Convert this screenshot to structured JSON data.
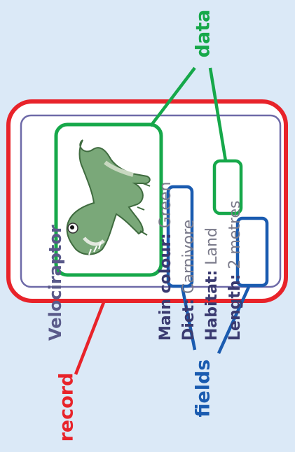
{
  "card": {
    "title": "Velociraptor",
    "fields": [
      {
        "key": "Main colour:",
        "value": "Green"
      },
      {
        "key": "Diet:",
        "value": "Carnivore"
      },
      {
        "key": "Habitat:",
        "value": "Land"
      },
      {
        "key": "Length:",
        "value": "2 metres"
      }
    ]
  },
  "annotations": {
    "data": "data",
    "fields": "fields",
    "record": "record"
  },
  "colors": {
    "record": "#e8232a",
    "data": "#16a84a",
    "fields": "#1a5bb0",
    "card_border": "#6e6aa8",
    "background": "#dbe9f7"
  },
  "icons": [
    "dinosaur-illustration"
  ]
}
